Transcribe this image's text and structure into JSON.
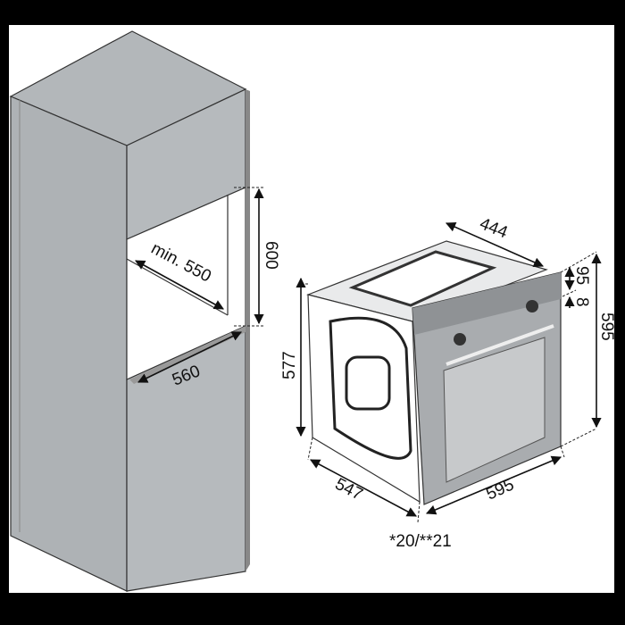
{
  "colors": {
    "frame": "#000000",
    "background": "#ffffff",
    "cabinet": "#b6babd",
    "oven_front": "#a9acaf",
    "glass": "#c7c9cb"
  },
  "cabinet": {
    "depth_label": "min. 550",
    "height_label": "600",
    "width_label": "560"
  },
  "oven": {
    "top_depth_label": "444",
    "panel_height_label": "95",
    "gap_label": "8",
    "height_label": "595",
    "body_height_label": "577",
    "body_depth_label": "547",
    "width_label": "595",
    "door_depth_label": "*20/**21"
  }
}
